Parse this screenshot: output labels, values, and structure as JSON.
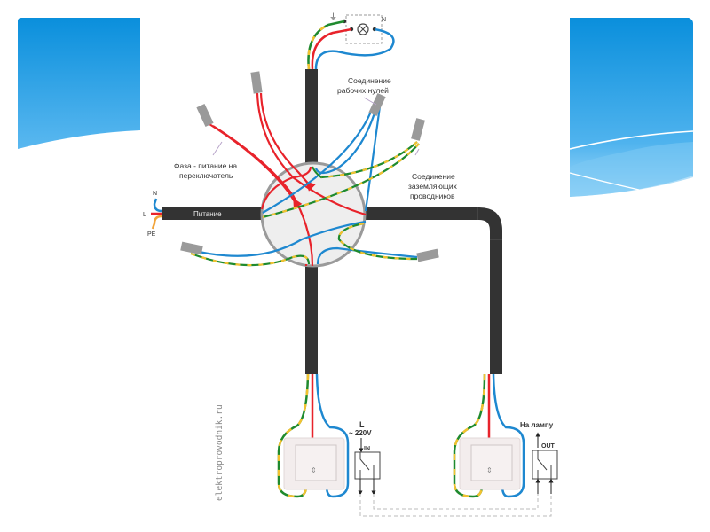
{
  "slide": {
    "background": "#ffffff",
    "accent_gradient": [
      "#0a8fdc",
      "#5ab8f0"
    ]
  },
  "diagram": {
    "lamp": {
      "ground_symbol": "⏚",
      "neutral_label": "N"
    },
    "labels": {
      "neutral_join": [
        "Соединение",
        "рабочих нулей"
      ],
      "phase_feed": [
        "Фаза - питание на",
        "переключатель"
      ],
      "ground_join": [
        "Соединение",
        "заземляющих",
        "проводников"
      ],
      "supply_cable": "Питание",
      "supply_n": "N",
      "supply_l": "L",
      "supply_pe": "PE",
      "watermark": "elektroprovodnik.ru"
    },
    "switch_in": {
      "line_label": "L",
      "voltage_label": "~ 220V",
      "port_label": "IN"
    },
    "switch_out": {
      "lamp_label": "На лампу",
      "port_label": "OUT"
    },
    "wire_colors": {
      "phase": "#e8232b",
      "neutral": "#1e88d0",
      "ground_green": "#1f8a2e",
      "ground_yellow": "#f2c230",
      "cable": "#333333",
      "connector": "#9a9a9a",
      "junction_box_fill": "#eeeeee",
      "junction_box_stroke": "#9a9a9a"
    }
  }
}
